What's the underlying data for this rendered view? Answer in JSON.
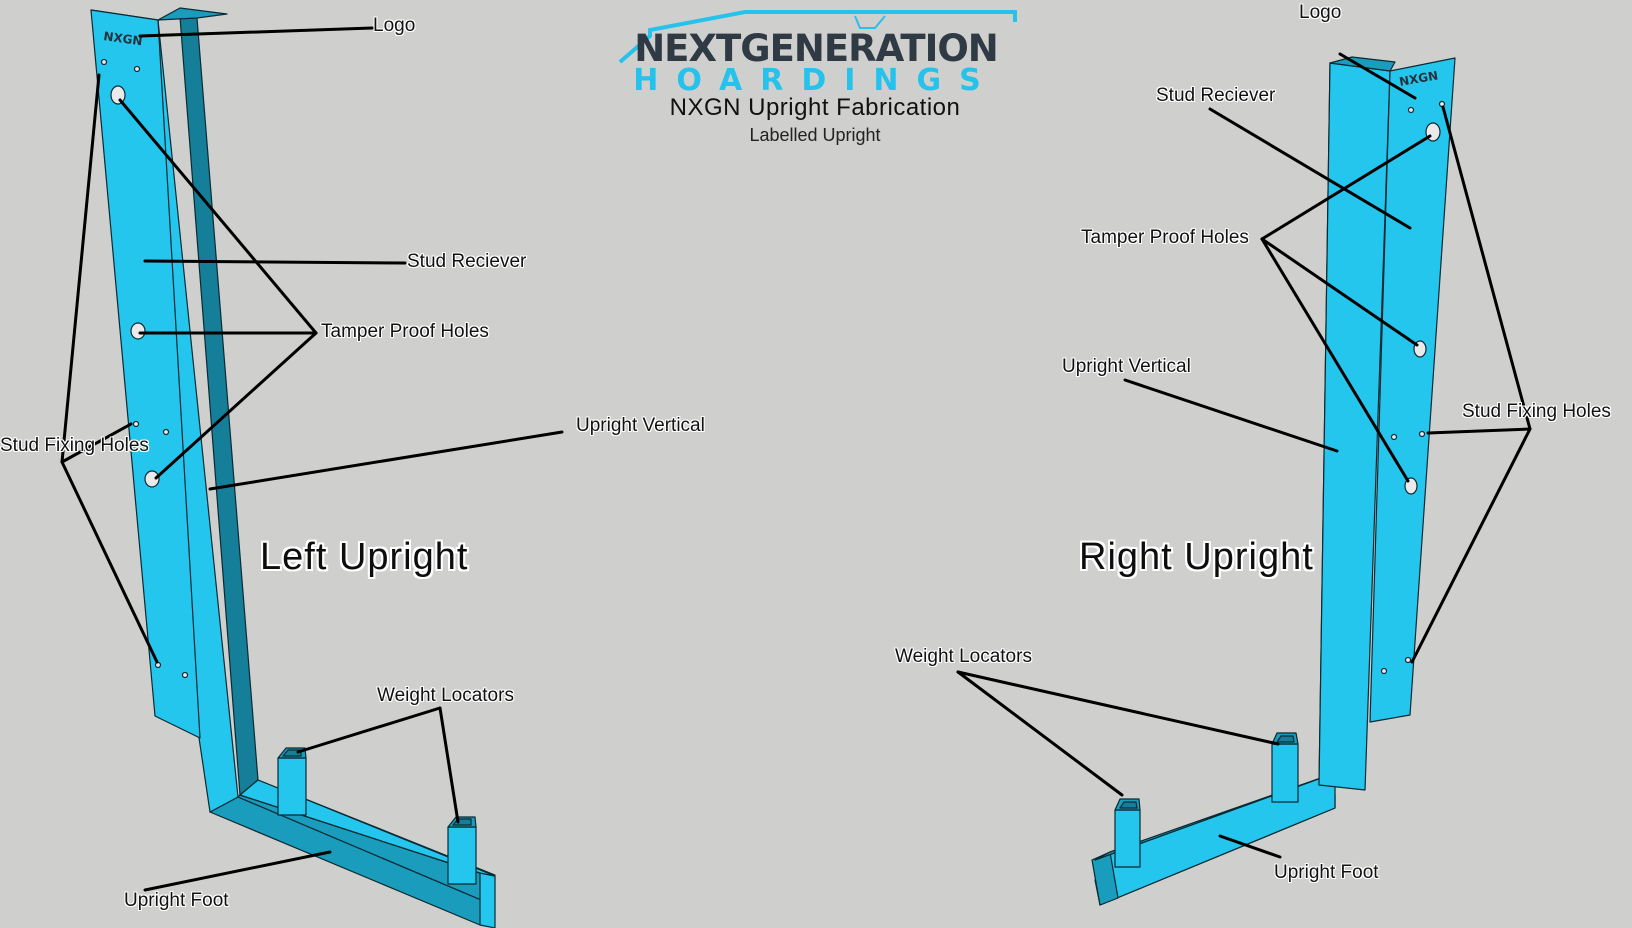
{
  "header": {
    "logo_top": "NEXTGENERATION",
    "logo_bottom": "HOARDINGS",
    "title": "NXGN Upright Fabrication",
    "subtitle": "Labelled Upright"
  },
  "colors": {
    "upright_face": "#24c6ee",
    "upright_shade": "#1a9cbc",
    "upright_dark": "#157f99",
    "background": "#cfcfcd",
    "leader_line": "#000000",
    "logo_dark": "#2f3a44",
    "logo_accent": "#25c2ec"
  },
  "left": {
    "heading": "Left Upright",
    "labels": {
      "logo": "Logo",
      "stud_reciever": "Stud Reciever",
      "tamper_proof_holes": "Tamper Proof Holes",
      "upright_vertical": "Upright Vertical",
      "stud_fixing_holes": "Stud Fixing Holes",
      "weight_locators": "Weight Locators",
      "upright_foot": "Upright Foot"
    },
    "part_logo_text": "NXGN"
  },
  "right": {
    "heading": "Right Upright",
    "labels": {
      "logo": "Logo",
      "stud_reciever": "Stud Reciever",
      "tamper_proof_holes": "Tamper Proof Holes",
      "upright_vertical": "Upright Vertical",
      "stud_fixing_holes": "Stud Fixing Holes",
      "weight_locators": "Weight Locators",
      "upright_foot": "Upright Foot"
    },
    "part_logo_text": "NXGN"
  }
}
